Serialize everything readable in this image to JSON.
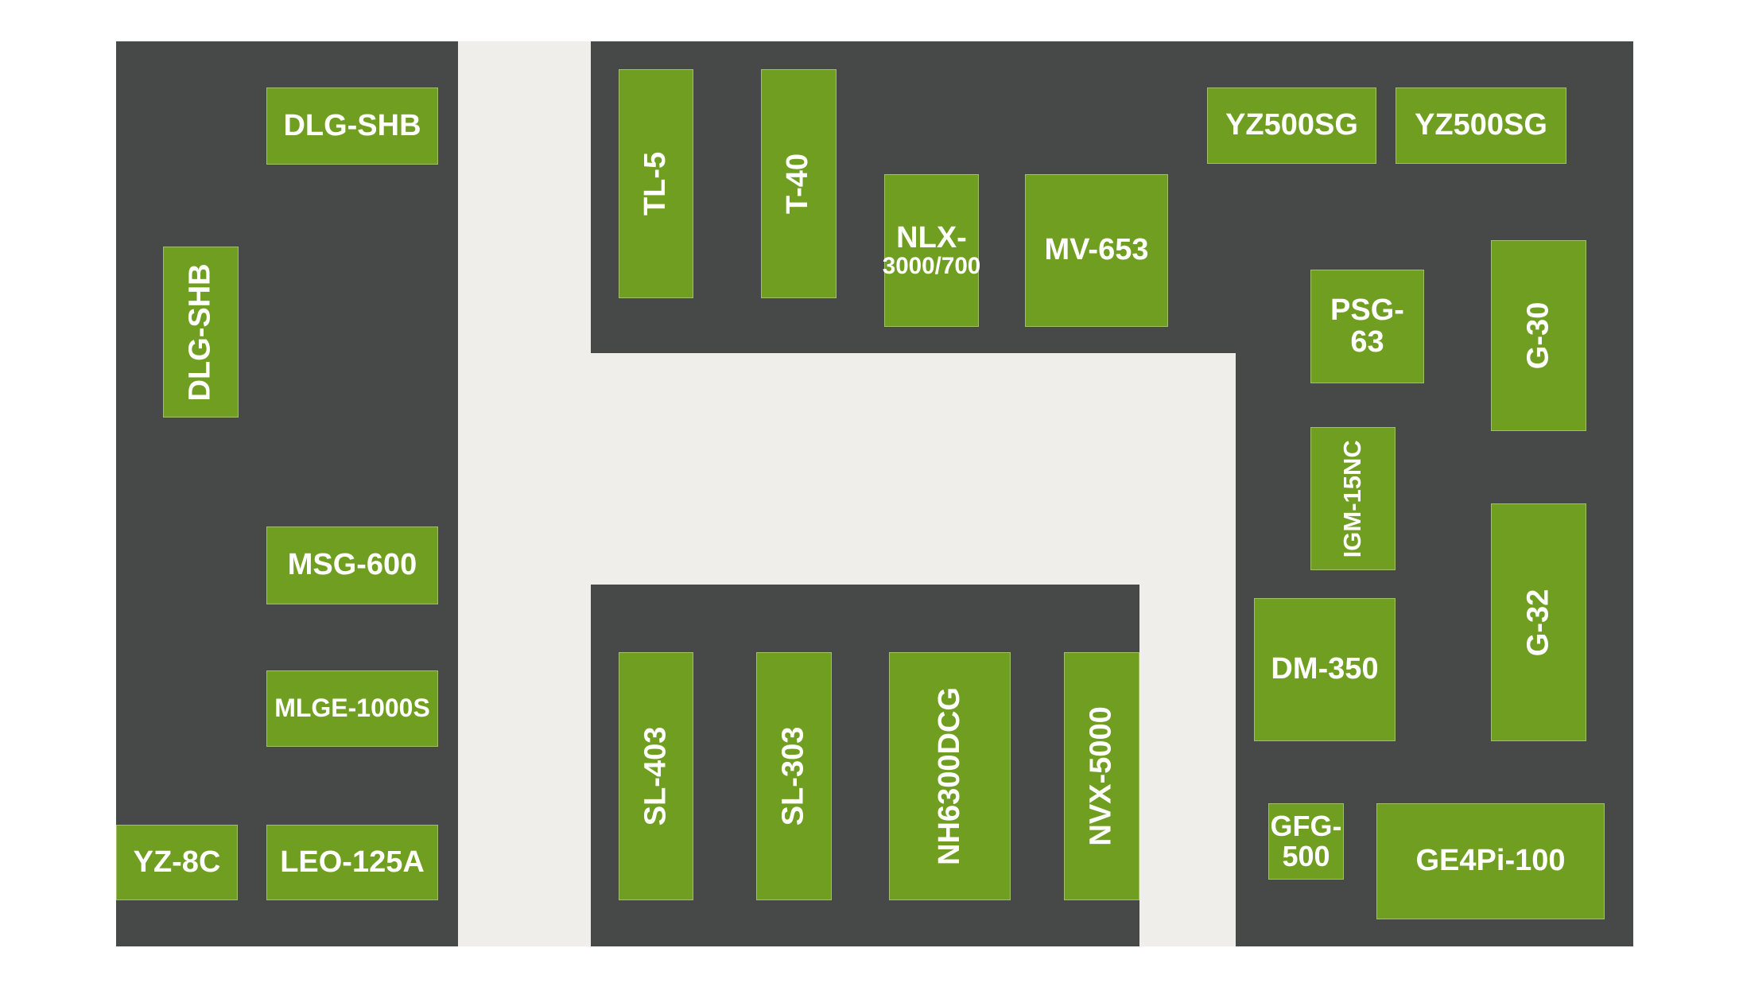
{
  "colors": {
    "zone": "#474948",
    "aisle": "#efeeea",
    "machine": "#6f9e21",
    "label": "#ffffff"
  },
  "machines": {
    "dlg_shb_top": "DLG-SHB",
    "dlg_shb_vertical": "DLG-SHB",
    "msg_600": "MSG-600",
    "mlge_1000s": "MLGE-1000S",
    "yz_8c": "YZ-8C",
    "leo_125a": "LEO-125A",
    "tl_5": "TL-5",
    "t_40": "T-40",
    "nlx_line1": "NLX-",
    "nlx_line2": "3000/700",
    "mv_653": "MV-653",
    "yz500sg_1": "YZ500SG",
    "yz500sg_2": "YZ500SG",
    "psg_line1": "PSG-",
    "psg_line2": "63",
    "g_30": "G-30",
    "igm_15nc": "IGM-15NC",
    "g_32": "G-32",
    "dm_350": "DM-350",
    "gfg_line1": "GFG-",
    "gfg_line2": "500",
    "ge4pi_100": "GE4Pi-100",
    "sl_403": "SL-403",
    "sl_303": "SL-303",
    "nh6300dcg": "NH6300DCG",
    "nvx_5000": "NVX-5000"
  }
}
